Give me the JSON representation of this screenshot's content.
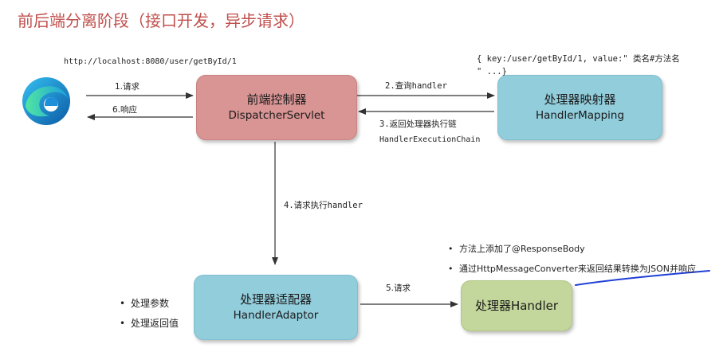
{
  "title": "前后端分离阶段（接口开发，异步请求）",
  "url": "http://localhost:8080/user/getById/1",
  "mapping_note_line1": "{ key:/user/getById/1, value:\" 类名#方法名",
  "mapping_note_line2": "\" ...}",
  "browser": {
    "icon": "edge-browser-icon"
  },
  "boxes": {
    "dispatcher": {
      "line1": "前端控制器",
      "line2": "DispatcherServlet"
    },
    "mapping": {
      "line1": "处理器映射器",
      "line2": "HandlerMapping"
    },
    "adaptor": {
      "line1": "处理器适配器",
      "line2": "HandlerAdaptor"
    },
    "handler": {
      "line1": "处理器Handler"
    }
  },
  "edges": {
    "request": "1.请求",
    "response": "6.响应",
    "query_handler": "2.查询handler",
    "return_chain_line1": "3.返回处理器执行链",
    "return_chain_line2": "HandlerExecutionChain",
    "execute_handler": "4.请求执行handler",
    "request5": "5.请求"
  },
  "adaptor_notes": [
    "处理参数",
    "处理返回值"
  ],
  "handler_notes": [
    "方法上添加了@ResponseBody",
    "通过HttpMessageConverter来返回结果转换为JSON并响应"
  ],
  "colors": {
    "dispatcher": "#d99494",
    "mapping": "#92cddc",
    "adaptor": "#92cddc",
    "handler": "#c3d69b",
    "title": "#c0504d",
    "underline": "#1f3fd6"
  }
}
